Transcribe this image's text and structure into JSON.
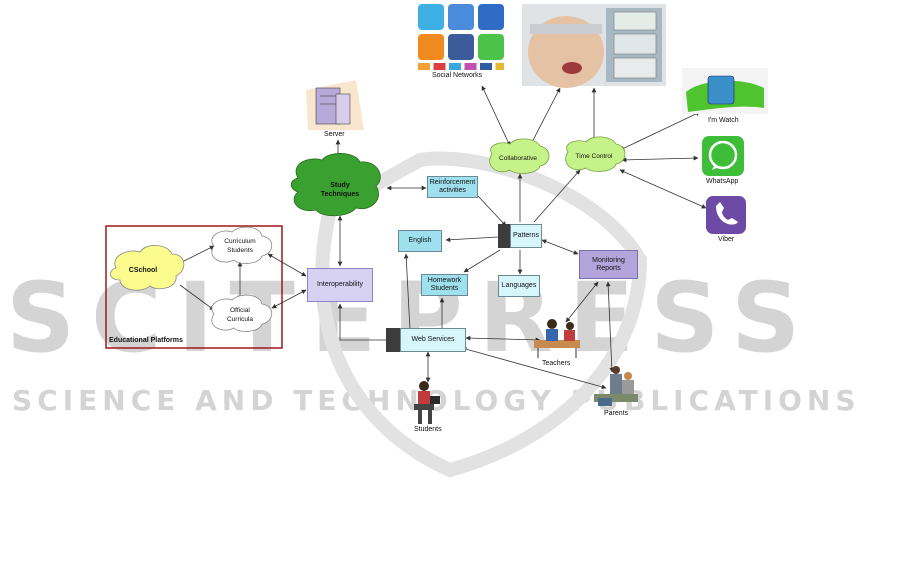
{
  "watermark": {
    "main": "SCITEPRESS",
    "sub": "SCIENCE AND TECHNOLOGY PUBLICATIONS"
  },
  "nodes": {
    "cschool": "CSchool",
    "curriculum_students": [
      "Curriculum",
      "Students"
    ],
    "official_curricula": [
      "Official",
      "Curricula"
    ],
    "educational_platforms": "Educational Platforms",
    "interoperability": "Interoperability",
    "study_techniques": [
      "Study",
      "Techniques"
    ],
    "server": "Server",
    "reinforcement": [
      "Reinforcement",
      "activities"
    ],
    "english": "English",
    "patterns": "Patterns",
    "homework": [
      "Homework",
      "Students"
    ],
    "languages": "Languages",
    "monitoring": "Monitoring Reports",
    "web_services": "Web Services",
    "collaborative": "Collaborative",
    "time_control": "Time Control",
    "social_networks": "Social Networks",
    "im_watch": "I'm Watch",
    "whatsapp": "WhatsApp",
    "viber": "Viber",
    "teachers": "Teachers",
    "parents": "Parents",
    "students": "Students"
  },
  "colors": {
    "cloud_yellow": "#fbfb8e",
    "cloud_green_dark": "#3aa02f",
    "cloud_green_light": "#c6f28a",
    "box_cyan": "#9fe0ee",
    "box_purple": "#b3a4dc",
    "platform_border": "#a01818",
    "whatsapp": "#3ebd39",
    "viber": "#6c4aa5",
    "twitter": "#3fb0e6",
    "google": "#4a8bdc",
    "rss": "#f08a1f",
    "facebook": "#3b5b9a"
  },
  "icons": [
    "twitter-icon",
    "google-icon",
    "myspace-icon",
    "rss-icon",
    "facebook-icon",
    "messenger-icon"
  ]
}
